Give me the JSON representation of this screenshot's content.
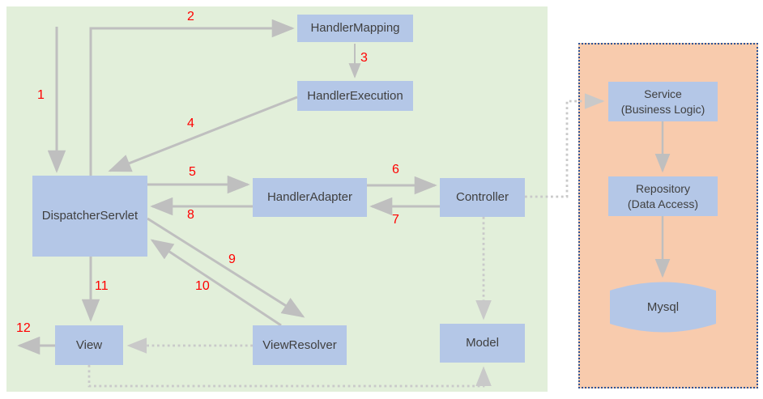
{
  "nodes": {
    "handler_mapping": {
      "label": "HandlerMapping"
    },
    "handler_execution": {
      "label": "HandlerExecution"
    },
    "dispatcher_servlet": {
      "label": "DispatcherServlet"
    },
    "handler_adapter": {
      "label": "HandlerAdapter"
    },
    "controller": {
      "label": "Controller"
    },
    "model": {
      "label": "Model"
    },
    "view": {
      "label": "View"
    },
    "view_resolver": {
      "label": "ViewResolver"
    },
    "service": {
      "label_line1": "Service",
      "label_line2": "(Business Logic)"
    },
    "repository": {
      "label_line1": "Repository",
      "label_line2": "(Data Access)"
    },
    "mysql": {
      "label": "Mysql"
    }
  },
  "step_labels": [
    "1",
    "2",
    "3",
    "4",
    "5",
    "6",
    "7",
    "8",
    "9",
    "10",
    "11",
    "12"
  ],
  "colors": {
    "background_green": "#e2efda",
    "background_orange": "#f8cbad",
    "node_blue": "#b4c7e7",
    "arrow_gray": "#bfbfbf",
    "dotted_arrow_gray": "#c9c9c9",
    "step_number_red": "#ff0000",
    "panel_border_navy": "#2e5497",
    "node_text_dark": "#3f3f3f"
  }
}
